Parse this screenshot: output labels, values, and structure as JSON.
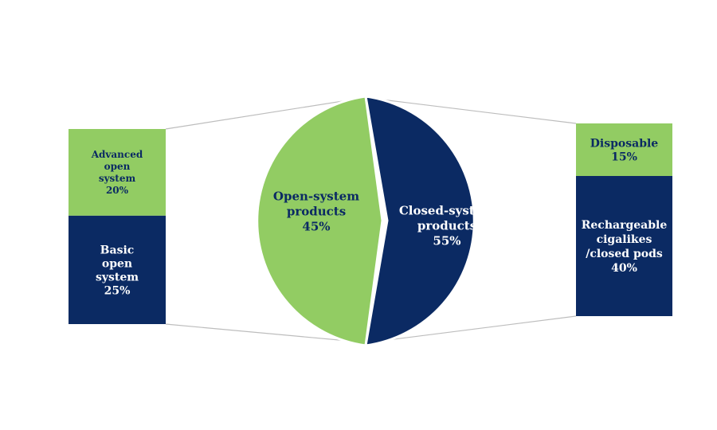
{
  "chart_data": {
    "type": "pie",
    "slices": [
      {
        "name": "Open-system products",
        "value": 45,
        "label_line1": "Open-system",
        "label_line2": "products",
        "label_pct": "45%"
      },
      {
        "name": "Closed-system products",
        "value": 55,
        "label_line1": "Closed-system",
        "label_line2": "products",
        "label_pct": "55%"
      }
    ],
    "breakdowns": [
      {
        "parent": "Open-system products",
        "side": "left",
        "segments": [
          {
            "lines": [
              "Advanced",
              "open",
              "system",
              "20%"
            ],
            "value": 20
          },
          {
            "lines": [
              "Basic",
              "open",
              "system",
              "25%"
            ],
            "value": 25
          }
        ]
      },
      {
        "parent": "Closed-system products",
        "side": "right",
        "segments": [
          {
            "lines": [
              "Disposable",
              "15%"
            ],
            "value": 15
          },
          {
            "lines": [
              "Rechargeable",
              "cigalikes",
              "/closed pods",
              "40%"
            ],
            "value": 40
          }
        ]
      }
    ]
  },
  "colors": {
    "open": "#92cc63",
    "closed": "#0b2a63",
    "connector": "#bdbdbd",
    "text_dark": "#0b2a63",
    "text_light": "#ffffff"
  }
}
